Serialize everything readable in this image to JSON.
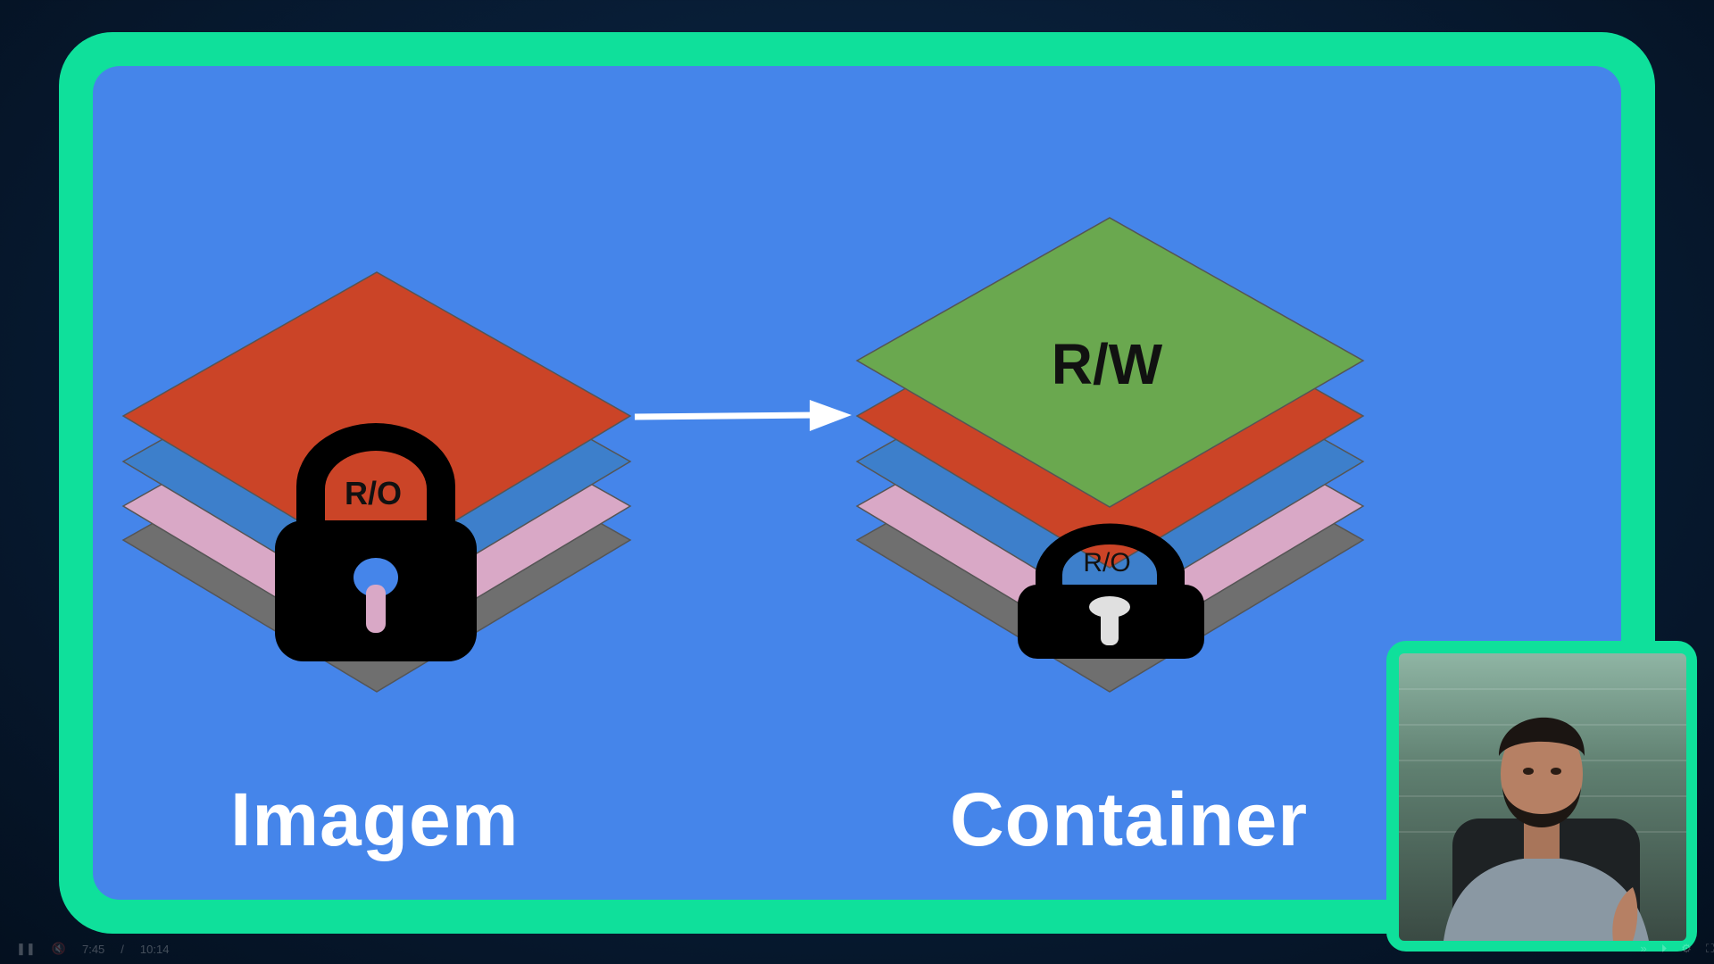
{
  "slide": {
    "left_title": "Imagem",
    "right_title": "Container",
    "left_lock_label": "R/O",
    "right_lock_label": "R/O",
    "top_layer_label": "R/W"
  },
  "colors": {
    "frame": "#0fe09b",
    "slide_bg": "#4585ea",
    "layer_red": "#cb4427",
    "layer_blue": "#3d7fcb",
    "layer_pink": "#d9a8c6",
    "layer_gray": "#6f6f6f",
    "layer_green": "#6aa84f",
    "lock": "#000000",
    "arrow": "#ffffff"
  },
  "player": {
    "time_current": "7:45",
    "time_separator": "/",
    "time_total": "10:14",
    "icons": [
      "pause-icon",
      "mute-icon",
      "next-icon",
      "speed-icon",
      "settings-icon",
      "fullscreen-icon"
    ]
  },
  "webcam": {
    "icons": [
      "person-icon"
    ]
  }
}
